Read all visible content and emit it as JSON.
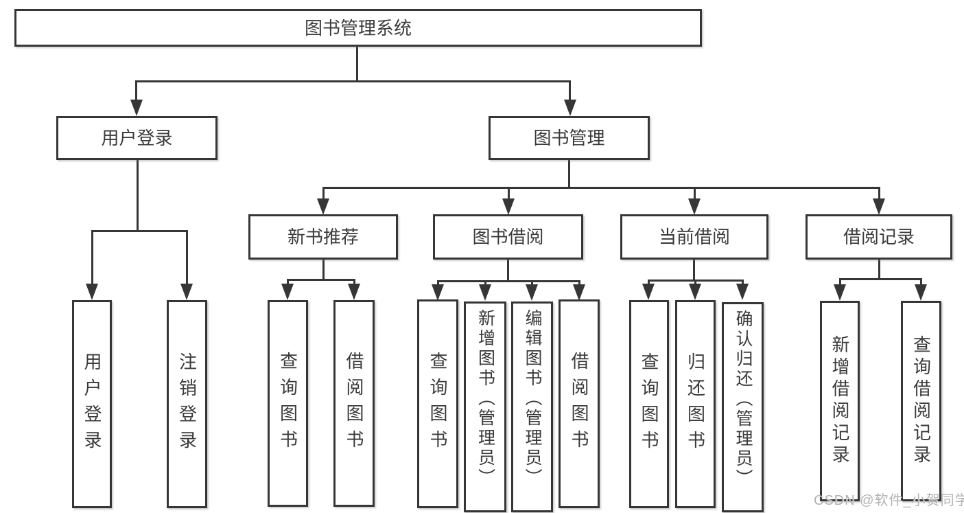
{
  "nodes": {
    "root": {
      "label": "图书管理系统",
      "children": [
        "user_login",
        "book_mgmt"
      ]
    },
    "user_login": {
      "label": "用户登录",
      "children": [
        "ul_login",
        "ul_logout"
      ]
    },
    "book_mgmt": {
      "label": "图书管理",
      "children": [
        "new_book_rec",
        "book_borrow",
        "current_borrow",
        "borrow_record"
      ]
    },
    "ul_login": {
      "label": "用户登录",
      "children": []
    },
    "ul_logout": {
      "label": "注销登录",
      "children": []
    },
    "new_book_rec": {
      "label": "新书推荐",
      "children": [
        "nbr_query",
        "nbr_borrow"
      ]
    },
    "book_borrow": {
      "label": "图书借阅",
      "children": [
        "bb_query",
        "bb_add",
        "bb_edit",
        "bb_borrow"
      ]
    },
    "current_borrow": {
      "label": "当前借阅",
      "children": [
        "cb_query",
        "cb_return",
        "cb_confirm"
      ]
    },
    "borrow_record": {
      "label": "借阅记录",
      "children": [
        "br_add",
        "br_query"
      ]
    },
    "nbr_query": {
      "label": "查询图书",
      "children": []
    },
    "nbr_borrow": {
      "label": "借阅图书",
      "children": []
    },
    "bb_query": {
      "label": "查询图书",
      "children": []
    },
    "bb_add": {
      "label": "新增图书（管理员）",
      "children": []
    },
    "bb_edit": {
      "label": "编辑图书（管理员）",
      "children": []
    },
    "bb_borrow": {
      "label": "借阅图书",
      "children": []
    },
    "cb_query": {
      "label": "查询图书",
      "children": []
    },
    "cb_return": {
      "label": "归还图书",
      "children": []
    },
    "cb_confirm": {
      "label": "确认归还（管理员）",
      "children": []
    },
    "br_add": {
      "label": "新增借阅记录",
      "children": []
    },
    "br_query": {
      "label": "查询借阅记录",
      "children": []
    }
  },
  "watermark": "CSDN @软件_小贺同学",
  "colors": {
    "line": "#363636",
    "text": "#3a3a3a",
    "box_background": "#ffffff",
    "watermark": "#b2b2b2",
    "background": "#ffffff"
  }
}
